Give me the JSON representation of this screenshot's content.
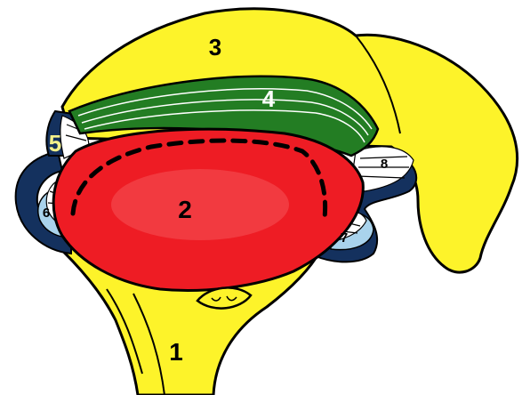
{
  "labels": {
    "l1": "1",
    "l2": "2",
    "l3": "3",
    "l4": "4",
    "l5": "5",
    "l6": "6",
    "l7": "7",
    "l8": "8"
  },
  "colors": {
    "yellow": "#fdf32a",
    "red": "#ee1c24",
    "red_highlight": "#f5585c",
    "green": "#237d23",
    "navy": "#14315e",
    "light_blue": "#a9d3ec",
    "outline": "#000000",
    "label_dark": "#000000",
    "label_light": "#ffffff",
    "label_yellow": "#f4f18a"
  }
}
